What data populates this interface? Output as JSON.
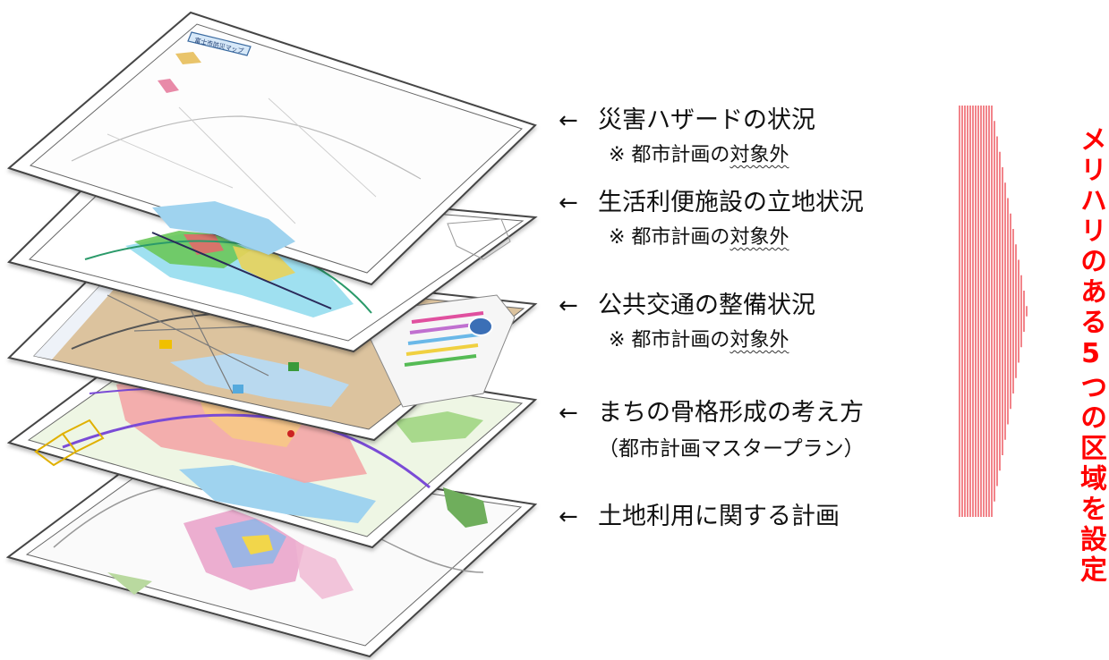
{
  "layers": [
    {
      "label": "災害ハザードの状況",
      "note_prefix": "※ 都市計画の",
      "note_emphasis": "対象外",
      "map_title": "富士市防災マップ"
    },
    {
      "label": "生活利便施設の立地状況",
      "note_prefix": "※ 都市計画の",
      "note_emphasis": "対象外"
    },
    {
      "label": "公共交通の整備状況",
      "note_prefix": "※ 都市計画の",
      "note_emphasis": "対象外"
    },
    {
      "label": "まちの骨格形成の考え方",
      "sub": "（都市計画マスタープラン）"
    },
    {
      "label": "土地利用に関する計画"
    }
  ],
  "arrow_glyph": "←",
  "conclusion": "メリハリのある5つの区域を設定",
  "colors": {
    "accent_red": "#ff0000",
    "chevron_lines": "#e8323c",
    "sea": "#9fd3ef",
    "land": "#d9b98f"
  }
}
